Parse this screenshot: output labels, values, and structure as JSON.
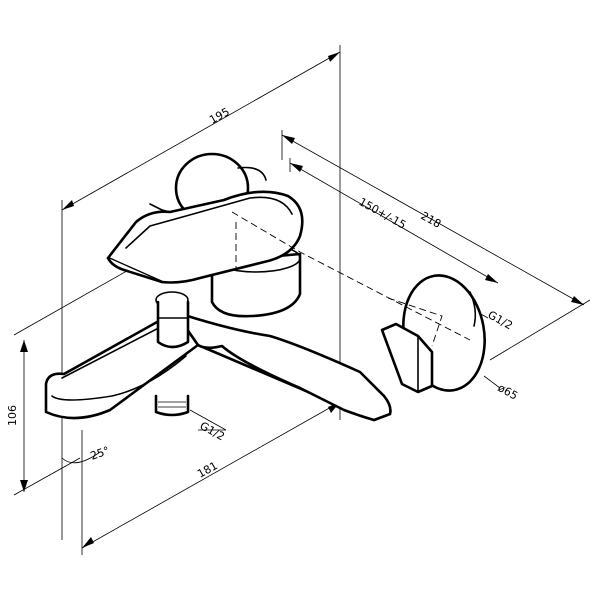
{
  "drawing": {
    "dimensions": {
      "width_overall": "195",
      "depth_overall": "218",
      "inlet_spacing": "150+/-15",
      "height": "106",
      "spout_length": "181",
      "spout_angle": "25°",
      "inlet_thread": "G1/2",
      "outlet_thread": "G1/2",
      "flange_diameter": "ø65"
    },
    "colors": {
      "line": "#000000",
      "background": "#ffffff"
    }
  }
}
